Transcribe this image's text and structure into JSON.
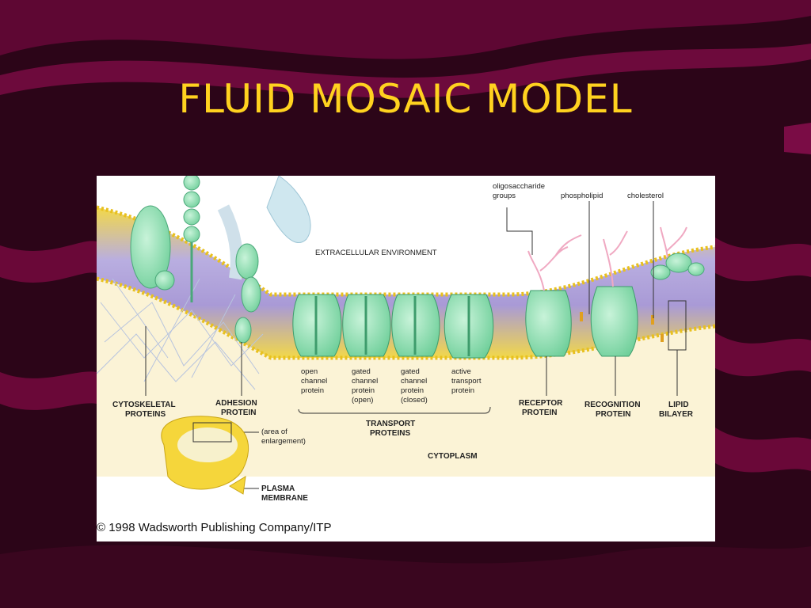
{
  "slide": {
    "title": "FLUID MOSAIC MODEL",
    "colors": {
      "background": "#2c0518",
      "wave": "#6a0838",
      "title": "#ffd21f"
    }
  },
  "figure": {
    "labels": {
      "oligosaccharide": [
        "oligosaccharide",
        "groups"
      ],
      "phospholipid": "phospholipid",
      "cholesterol": "cholesterol",
      "extracellular": "EXTRACELLULAR ENVIRONMENT",
      "cytoskeletal": [
        "CYTOSKELETAL",
        "PROTEINS"
      ],
      "adhesion": [
        "ADHESION",
        "PROTEIN"
      ],
      "open_channel": [
        "open",
        "channel",
        "protein"
      ],
      "gated_open": [
        "gated",
        "channel",
        "protein",
        "(open)"
      ],
      "gated_closed": [
        "gated",
        "channel",
        "protein",
        "(closed)"
      ],
      "active_transport": [
        "active",
        "transport",
        "protein"
      ],
      "transport": [
        "TRANSPORT",
        "PROTEINS"
      ],
      "receptor": [
        "RECEPTOR",
        "PROTEIN"
      ],
      "recognition": [
        "RECOGNITION",
        "PROTEIN"
      ],
      "lipid": [
        "LIPID",
        "BILAYER"
      ],
      "area": [
        "(area of",
        "enlargement)"
      ],
      "cytoplasm": "CYTOPLASM",
      "plasma": [
        "PLASMA",
        "MEMBRANE"
      ]
    },
    "copyright": "© 1998 Wadsworth Publishing Company/ITP"
  }
}
